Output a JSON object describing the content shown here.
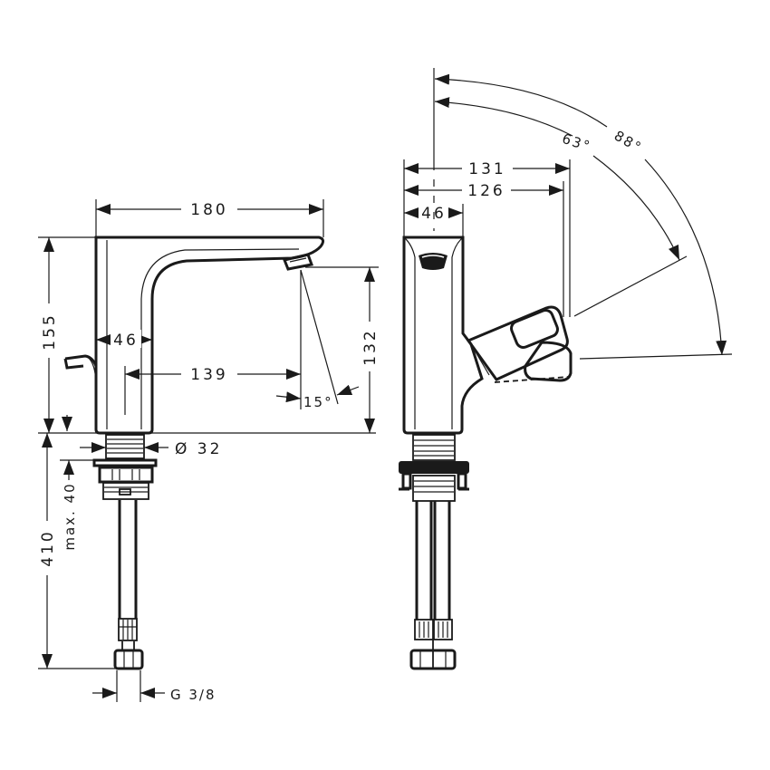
{
  "drawing": {
    "title": "Basin mixer faucet technical drawing",
    "views": [
      "side-view",
      "front-view"
    ],
    "units": "mm",
    "stroke_color": "#1a1a1a",
    "background": "#ffffff"
  },
  "side_view": {
    "dimensions": {
      "spout_length": "180",
      "total_height": "155",
      "body_width": "46",
      "spout_reach": "139",
      "spout_angle": "15°",
      "outlet_height": "132",
      "thread_diameter": "Ø 32",
      "hose_length": "410",
      "max_counter_thickness": "max. 40",
      "connection_thread": "G 3/8"
    }
  },
  "front_view": {
    "dimensions": {
      "lever_reach_max": "131",
      "lever_reach": "126",
      "body_width": "46",
      "lever_angle_1": "63°",
      "lever_angle_2": "88°"
    }
  }
}
